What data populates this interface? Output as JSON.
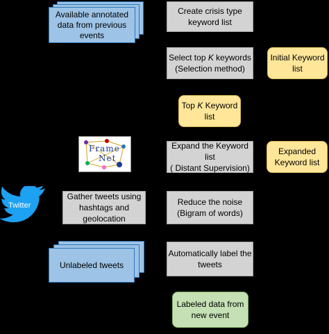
{
  "source_stack": {
    "lines": [
      "Available annotated",
      "data from previous",
      "events"
    ]
  },
  "unlabeled_stack": {
    "lines": [
      "Unlabeled tweets"
    ]
  },
  "step_create": {
    "lines": [
      "Create crisis type",
      "keyword list"
    ]
  },
  "step_select": {
    "line1_prefix": "Select top ",
    "line1_k": "K",
    "line1_suffix": " keywords",
    "line2": "(Selection method)"
  },
  "initial_list": {
    "lines": [
      "Initial Keyword",
      "list"
    ]
  },
  "topk_list": {
    "line1_prefix": "Top ",
    "line1_k": "K",
    "line1_suffix": " Keyword",
    "line2": "list"
  },
  "step_expand": {
    "lines": [
      "Expand the Keyword list",
      "( Distant Supervision)"
    ]
  },
  "expanded_list": {
    "lines": [
      "Expanded",
      "Keyword list"
    ]
  },
  "framenet_logo": {
    "word1": "Frame",
    "word2": "Net"
  },
  "twitter_logo": {
    "label": "Twitter"
  },
  "step_gather": {
    "lines": [
      "Gather tweets using",
      "hashtags and",
      "geolocation"
    ]
  },
  "step_reduce": {
    "lines": [
      "Reduce the noise",
      "(Bigram of words)"
    ]
  },
  "step_label": {
    "lines": [
      "Automatically label the",
      "tweets"
    ]
  },
  "output_data": {
    "lines": [
      "Labeled data from",
      "new event"
    ]
  },
  "colors": {
    "background": "#000000",
    "step_fill": "#d3d3d3",
    "keyword_fill": "#ffe699",
    "output_fill": "#c5e0b4",
    "doc_fill": "#9dc3e6",
    "twitter_blue": "#1da1f2"
  }
}
